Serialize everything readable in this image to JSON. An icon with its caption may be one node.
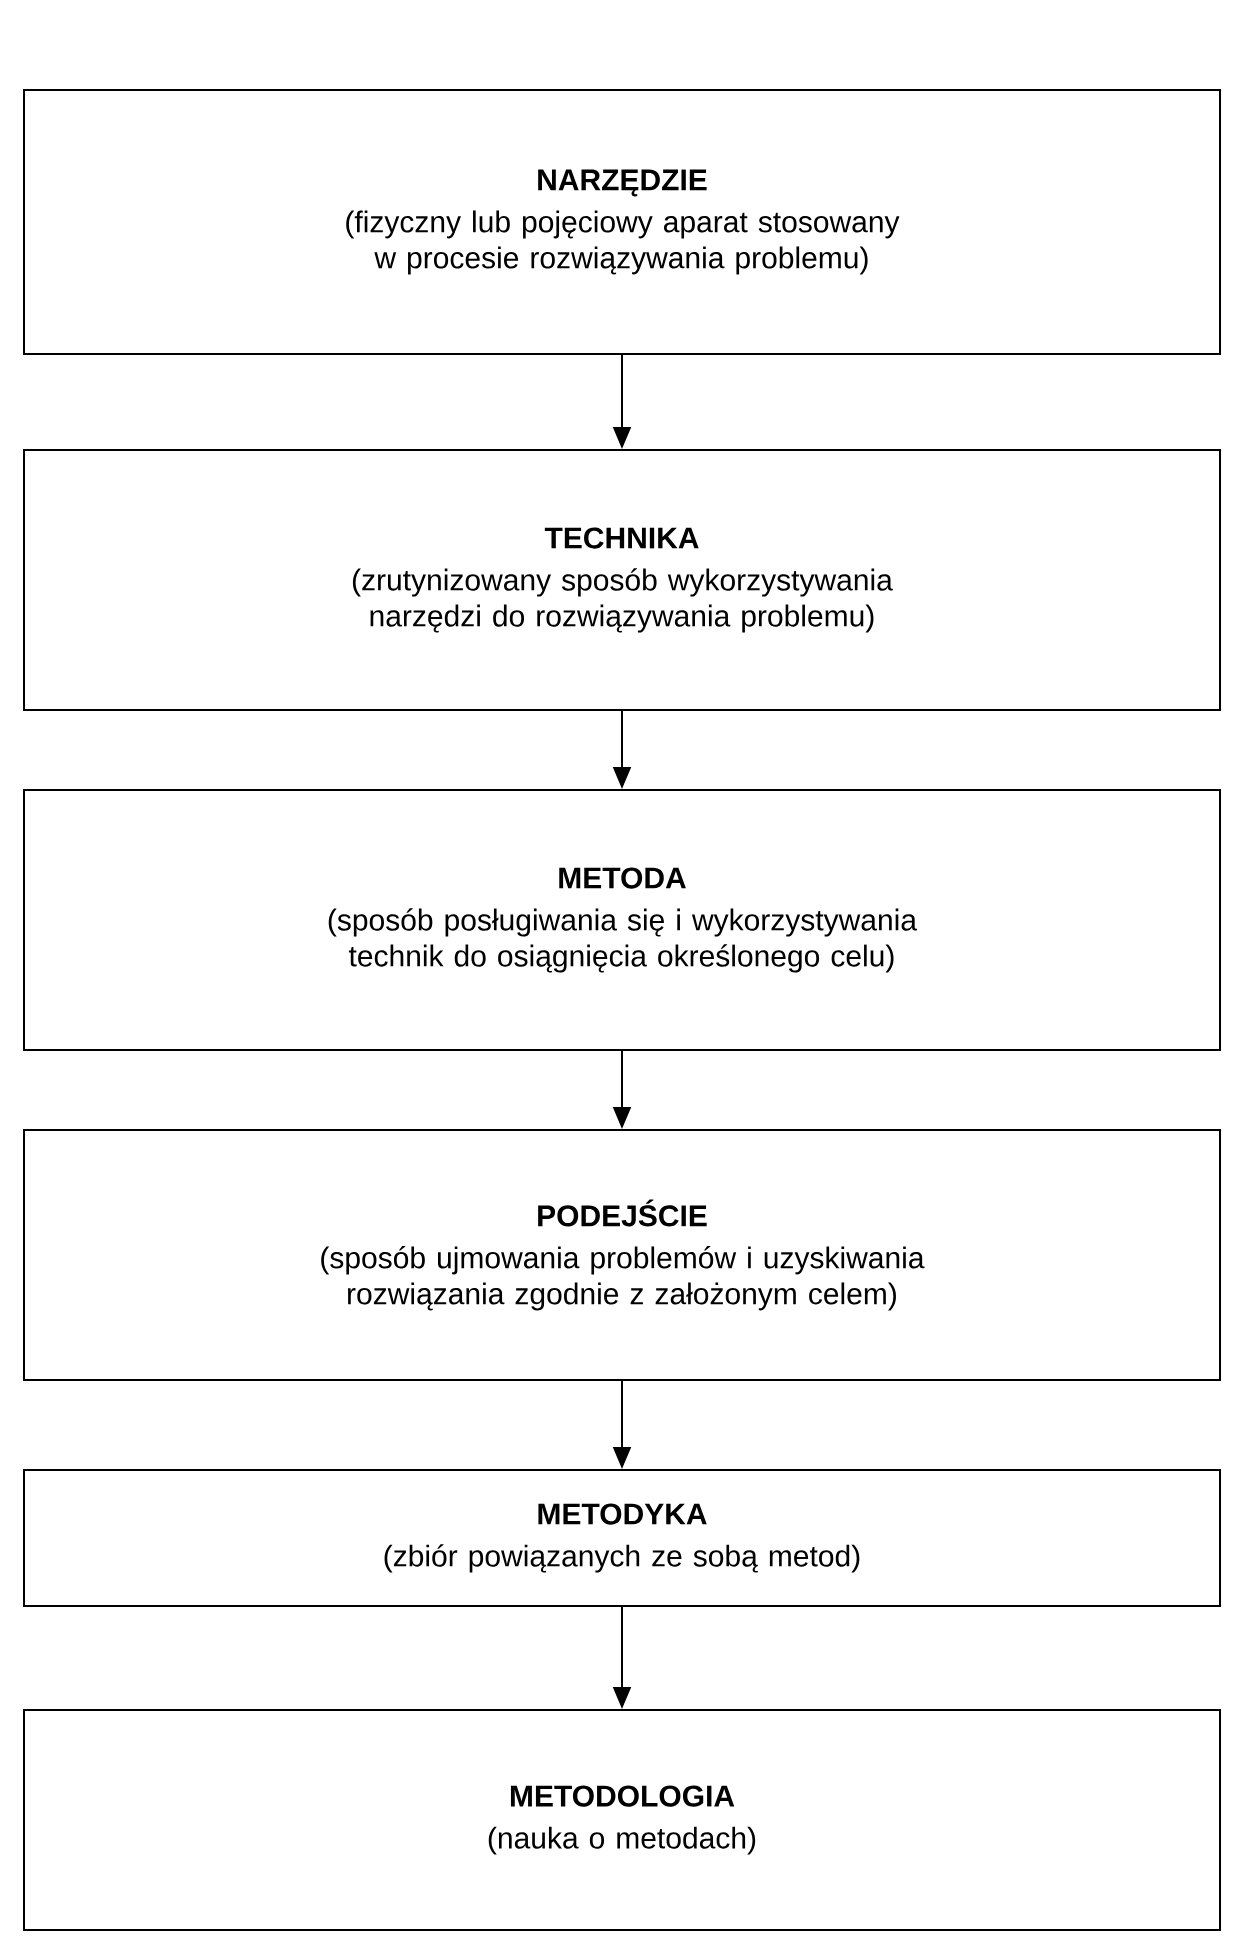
{
  "diagram": {
    "nodes": [
      {
        "text": [
          "NARZĘDZIE",
          "(fizyczny lub pojęciowy aparat stosowany w procesie rozwiązywania problemu)"
        ]
      },
      {
        "text": [
          "TECHNIKA",
          "(zrutynizowany sposób wykorzystywania narzędzi do rozwiązywania problemu)"
        ]
      },
      {
        "text": [
          "METODA",
          "(sposób posługiwania się i wykorzystywania technik do osiągnięcia określonego celu)"
        ]
      },
      {
        "text": [
          "PODEJŚCIE",
          "(sposób ujmowania problemów i uzyskiwania rozwiązania zgodnie z założonym celem)"
        ]
      },
      {
        "text": [
          "METODYKA",
          "(zbiór powiązanych ze sobą metod)"
        ]
      },
      {
        "text": [
          "METODOLOGIA",
          "(nauka o metodach)"
        ]
      }
    ],
    "edges": [
      {
        "from": 0,
        "to": 1,
        "arrow": "to"
      },
      {
        "from": 1,
        "to": 2,
        "arrow": "to"
      },
      {
        "from": 2,
        "to": 3,
        "arrow": "to"
      },
      {
        "from": 3,
        "to": 4,
        "arrow": "to"
      },
      {
        "from": 4,
        "to": 5,
        "arrow": "to"
      }
    ]
  }
}
